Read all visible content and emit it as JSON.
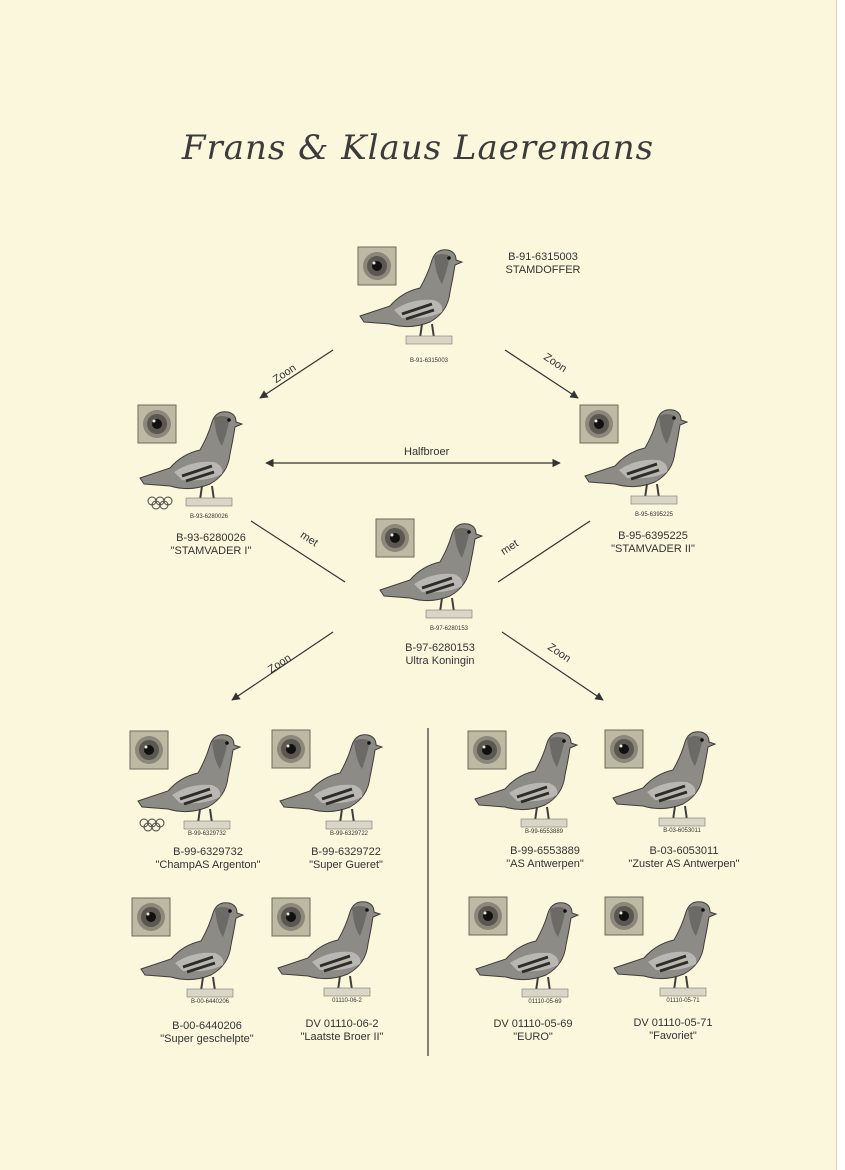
{
  "title": "Frans & Klaus Laeremans",
  "relations": {
    "zoon": "Zoon",
    "met": "met",
    "halfbroer": "Halfbroer"
  },
  "birds": {
    "stamdoffer": {
      "ring": "B-91-6315003",
      "name": "STAMDOFFER",
      "plate": "B-91-6315003"
    },
    "stamvader1": {
      "ring": "B-93-6280026",
      "name": "\"STAMVADER I\"",
      "plate": "B-93-6280026"
    },
    "stamvader2": {
      "ring": "B-95-6395225",
      "name": "\"STAMVADER II\"",
      "plate": "B-95-6395225"
    },
    "ultra": {
      "ring": "B-97-6280153",
      "name": "Ultra Koningin",
      "plate": "B-97-6280153"
    },
    "champas": {
      "ring": "B-99-6329732",
      "name": "\"ChampAS Argenton\"",
      "plate": "B-99-6329732"
    },
    "supergueret": {
      "ring": "B-99-6329722",
      "name": "\"Super Gueret\"",
      "plate": "B-99-6329722"
    },
    "asantwerpen": {
      "ring": "B-99-6553889",
      "name": "\"AS Antwerpen\"",
      "plate": "B-99-6553889"
    },
    "zuster": {
      "ring": "B-03-6053011",
      "name": "\"Zuster AS Antwerpen\"",
      "plate": "B-03-6053011"
    },
    "supergeschelpte": {
      "ring": "B-00-6440206",
      "name": "\"Super geschelpte\"",
      "plate": "B-00-6440206"
    },
    "laatstebroer": {
      "ring": "DV 01110-06-2",
      "name": "\"Laatste Broer II\"",
      "plate": "01110-06-2"
    },
    "euro": {
      "ring": "DV 01110-05-69",
      "name": "\"EURO\"",
      "plate": "01110-05-69"
    },
    "favoriet": {
      "ring": "DV 01110-05-71",
      "name": "\"Favoriet\"",
      "plate": "01110-05-71"
    }
  },
  "icons": {
    "olympic": "olympic-rings-icon",
    "eye": "eye-photo-icon"
  }
}
